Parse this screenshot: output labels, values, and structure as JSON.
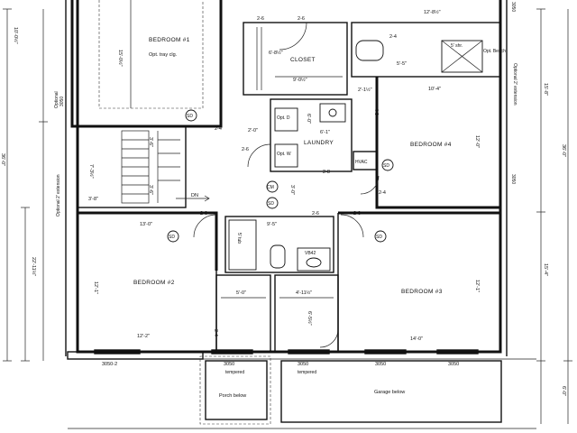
{
  "rooms": {
    "bedroom1": "BEDROOM #1",
    "bedroom1_note": "Opt. tray clg.",
    "bedroom2": "BEDROOM #2",
    "bedroom3": "BEDROOM #3",
    "bedroom4": "BEDROOM #4",
    "closet": "CLOSET",
    "laundry": "LAUNDRY",
    "hvac": "HVAC",
    "shower": "5' shr.",
    "shower_bench": "Opt. Bench",
    "tub": "5' tub",
    "vanity": "VB42",
    "opt_d": "Opt. D",
    "opt_w": "Opt. W",
    "dn": "DN",
    "porch": "Porch below",
    "garage": "Garage below",
    "cm": "CM"
  },
  "dimensions": {
    "bed1_depth": "15'-0½\"",
    "closet_depth": "6'-8½\"",
    "closet_width": "9'-0½\"",
    "bath_top_width": "12'-8½\"",
    "bath_wall": "5'-5\"",
    "bed4_width": "10'-4\"",
    "bed4_depth": "12'-0\"",
    "laundry_width": "6'-1\"",
    "laundry_depth": "6'-0\"",
    "stair_width": "3'-6\"",
    "stair_depth": "7'-3½\"",
    "stair_landing": "3'-8\"",
    "hall_a": "3'-6\"",
    "bed2_width": "13'-0\"",
    "bed2_depth": "12'-1\"",
    "bed2_window": "12'-2\"",
    "bath2_width": "9'-5\"",
    "closet2_width": "5'-0\"",
    "closet3_width": "4'-11½\"",
    "closet3_depth": "6'-5½\"",
    "bed3_width": "14'-0\"",
    "bed3_depth": "12'-1\"",
    "left_top": "10'-0½\"",
    "left_mid": "22'-11½\"",
    "left_total": "36'-0\"",
    "right_top": "15'-8\"",
    "right_mid": "15'-4\"",
    "right_total": "36'-0\"",
    "right_bottom": "6'-0\"",
    "door_26a": "2-6",
    "door_26b": "2-6",
    "door_26c": "2-6",
    "door_26d": "2-6",
    "door_26e": "2-6",
    "door_26f": "2-6",
    "door_28": "2-8",
    "door_24a": "2-4",
    "door_24b": "2-4",
    "door_24c": "2-4",
    "door_24d": "2-4",
    "door_40": "4-0",
    "door_20": "2'-0\"",
    "door_21": "2'-1½\"",
    "door_30": "3'-0\""
  },
  "windows": {
    "w_bed2": "3050-2",
    "w_porch": "3050",
    "w_porch_note": "tempered",
    "w_garage_a": "3050",
    "w_garage_a_note": "tempered",
    "w_garage_b": "3050",
    "w_garage_c": "3050",
    "w_left": "3050",
    "w_right": "3050",
    "w_right_top": "3050"
  },
  "notes": {
    "left_ext": "Optional 2' extension",
    "left_ext_top": "Optional",
    "right_ext": "Optional 2' extension",
    "sd": "SD"
  }
}
